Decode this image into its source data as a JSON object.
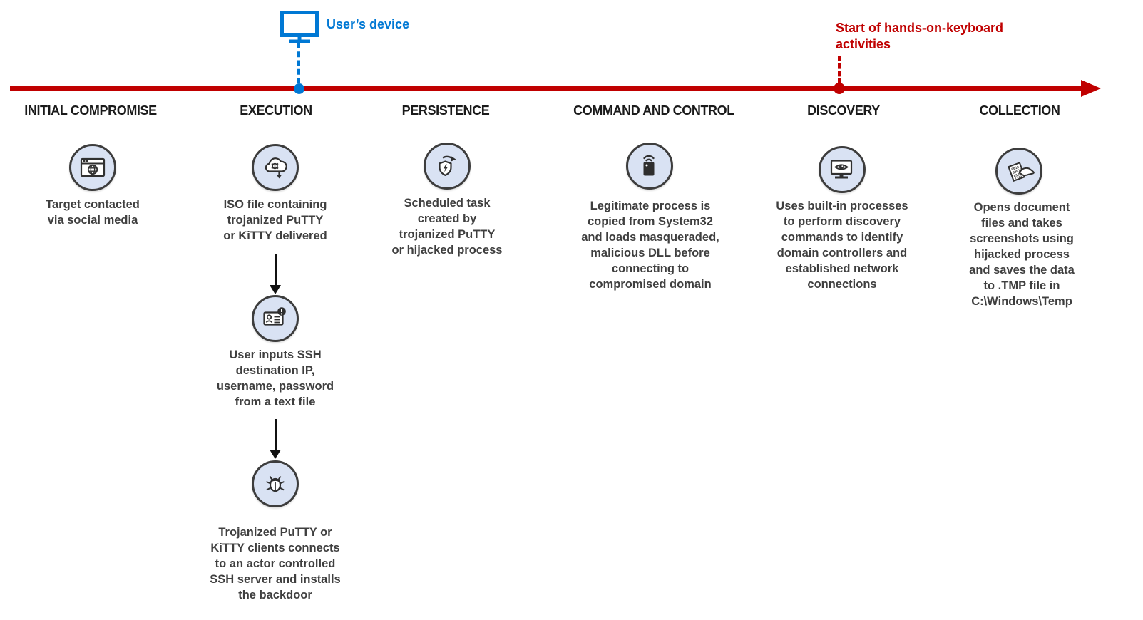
{
  "annotations": {
    "user_device": {
      "label": "User’s device",
      "color": "#0078d4"
    },
    "hands_on_keyboard": {
      "label": "Start of hands-on-keyboard\nactivities",
      "color": "#c00000"
    }
  },
  "timeline": {
    "color": "#c00000",
    "direction": "left-to-right"
  },
  "stages": [
    {
      "label": "INITIAL COMPROMISE",
      "icon": "browser-globe-icon",
      "description": "Target contacted\nvia social media"
    },
    {
      "label": "EXECUTION",
      "icon": "cloud-malware-download-icon",
      "description": "ISO file containing\ntrojanized PuTTY\nor KiTTY delivered",
      "substeps": [
        {
          "icon": "credentials-alert-icon",
          "text": "User inputs SSH\ndestination IP,\nusername, password\nfrom a text file"
        },
        {
          "icon": "bug-icon",
          "text": "Trojanized PuTTY or\nKiTTY clients connects\nto an actor controlled\nSSH server and installs\nthe backdoor"
        }
      ]
    },
    {
      "label": "PERSISTENCE",
      "icon": "shield-refresh-icon",
      "description": "Scheduled task\ncreated by\ntrojanized PuTTY\nor hijacked process"
    },
    {
      "label": "COMMAND AND CONTROL",
      "icon": "remote-device-signal-icon",
      "description": "Legitimate process is\ncopied from System32\nand loads masqueraded,\nmalicious DLL before\nconnecting to\ncompromised domain"
    },
    {
      "label": "DISCOVERY",
      "icon": "monitor-eye-icon",
      "description": "Uses built-in processes\nto perform discovery\ncommands to identify\ndomain controllers and\nestablished network\nconnections"
    },
    {
      "label": "COLLECTION",
      "icon": "document-hand-icon",
      "description": "Opens document\nfiles and takes\nscreenshots using\nhijacked process\nand saves the data\nto .TMP file in\nC:\\Windows\\Temp"
    }
  ]
}
